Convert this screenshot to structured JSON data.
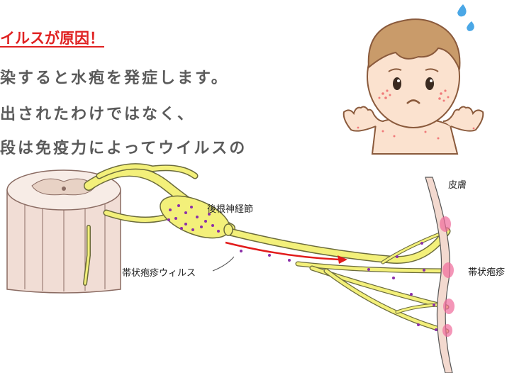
{
  "header": {
    "heading": "イルスが原因！",
    "lines": [
      "染すると水疱を発症します。",
      "出されたわけではなく、",
      "段は免疫力によってウイルスの"
    ]
  },
  "diagram": {
    "labels": {
      "ganglion": "後根神経節",
      "virus": "帯状疱疹ウィルス",
      "skin": "皮膚",
      "shingles": "帯状疱疹"
    }
  },
  "colors": {
    "heading": "#e02222",
    "body_text": "#5a5a5a",
    "nerve": "#f3f07a",
    "nerve_outline": "#6b6b3c",
    "virus_dot": "#8b2fa8",
    "arrow": "#e21b1b",
    "skin": "#f3d9cf",
    "blister": "#f06a9a"
  },
  "icons": [
    "crying-baby-illustration",
    "sweat-drop-icon",
    "spinal-cord-illustration"
  ]
}
